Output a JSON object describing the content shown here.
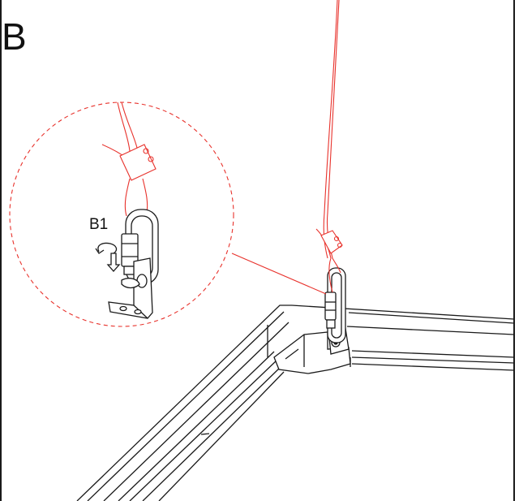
{
  "diagram": {
    "step_label": "B",
    "callout_label": "B1",
    "colors": {
      "line": "#1a1a1a",
      "cable": "#e8322c",
      "detail_circle": "#e8322c",
      "background": "#ffffff"
    },
    "icons": {
      "rotate_arrow": "clockwise-turn-arrow",
      "down_arrow": "downward-arrow"
    }
  }
}
